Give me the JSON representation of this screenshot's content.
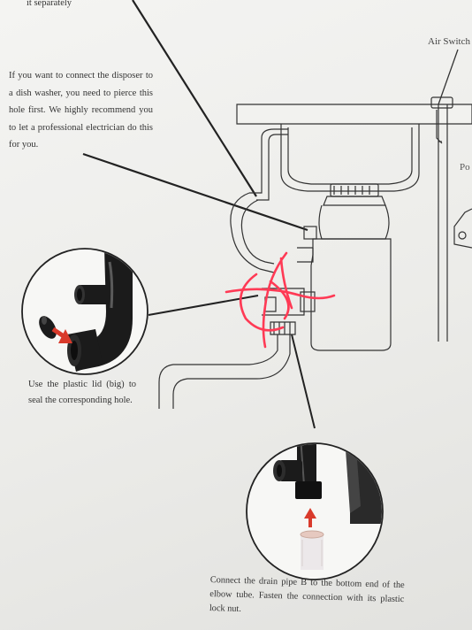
{
  "labels": {
    "top_fragment": "it separately",
    "air_switch": "Air Switch",
    "power_fragment": "Po"
  },
  "instructions": {
    "dishwasher_hole": "If you want to connect the disposer to a dish washer, you need to pierce this hole first. We highly recommend you to let a professional electrician do this for you.",
    "plastic_lid": "Use the plastic lid (big) to seal the corresponding hole.",
    "drain_pipe": "Connect the drain pipe B to the bottom end of the elbow tube. Fasten the connection with its plastic lock nut."
  },
  "colors": {
    "line_art": "#2a2a2a",
    "arrow_red": "#d93a2b",
    "handwritten_mark": "#ff3a55",
    "pipe_dark": "#1b1b1b"
  }
}
